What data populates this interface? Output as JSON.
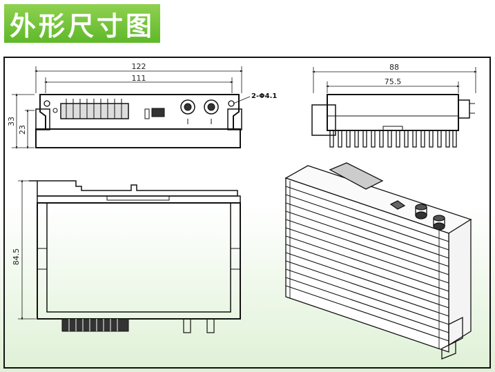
{
  "page": {
    "title": "外形尺寸图"
  },
  "front_view": {
    "width_outer": "122",
    "width_inner": "111",
    "height_outer": "33",
    "height_inner": "23",
    "hole_label": "2-Φ4.1"
  },
  "side_view": {
    "width_outer": "88",
    "width_inner": "75.5"
  },
  "top_view": {
    "height": "84.5"
  },
  "colors": {
    "title_bg": "#6cc23a",
    "line": "#111111",
    "panel_bg": "#e8f5e0"
  }
}
